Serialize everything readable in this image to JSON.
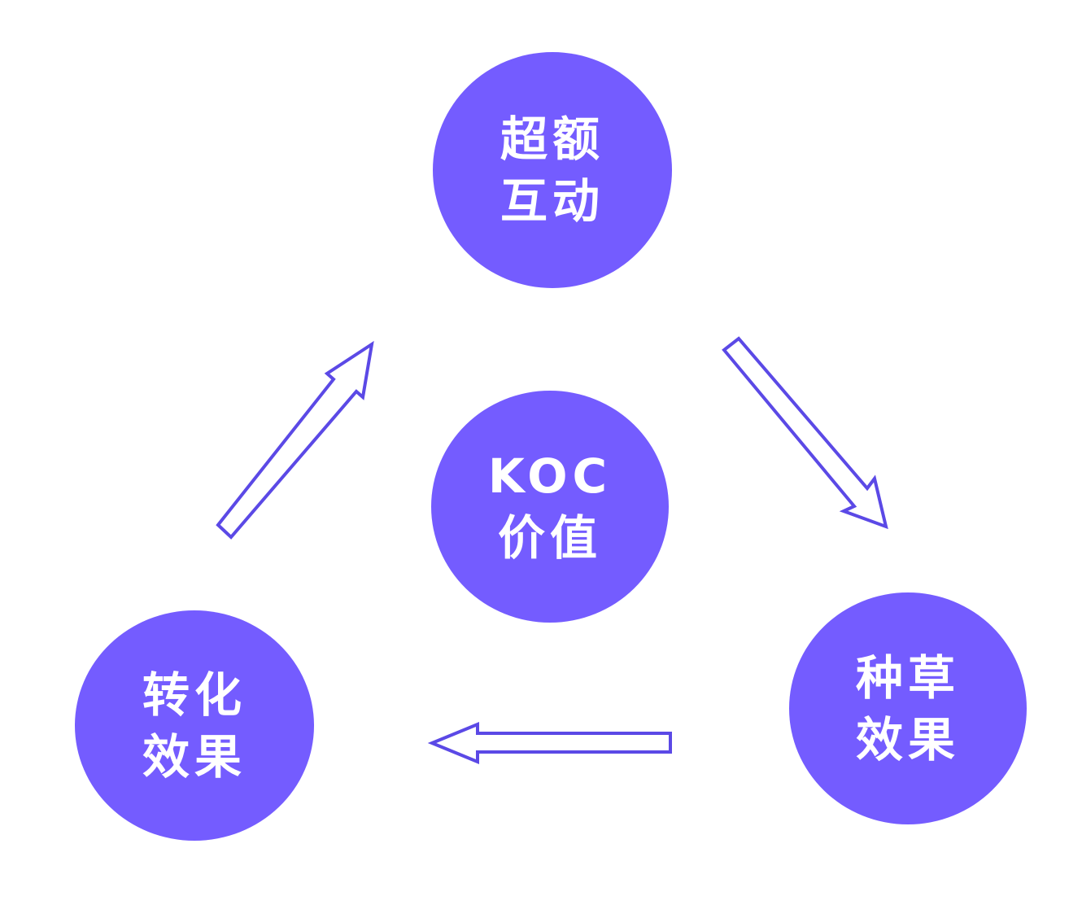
{
  "colors": {
    "node_fill": "#745cff",
    "arrow_stroke": "#5b49e6",
    "arrow_fill": "#ffffff",
    "text": "#ffffff"
  },
  "nodes": {
    "top": {
      "line1": "超额",
      "line2": "互动"
    },
    "center": {
      "line1": "KOC",
      "line2": "价值"
    },
    "right": {
      "line1": "种草",
      "line2": "效果"
    },
    "left": {
      "line1": "转化",
      "line2": "效果"
    }
  },
  "arrows": [
    {
      "from": "左下：转化效果",
      "to": "顶部：超额互动",
      "direction": "up-right"
    },
    {
      "from": "顶部：超额互动",
      "to": "右下：种草效果",
      "direction": "down-right"
    },
    {
      "from": "右下：种草效果",
      "to": "左下：转化效果",
      "direction": "left"
    }
  ]
}
